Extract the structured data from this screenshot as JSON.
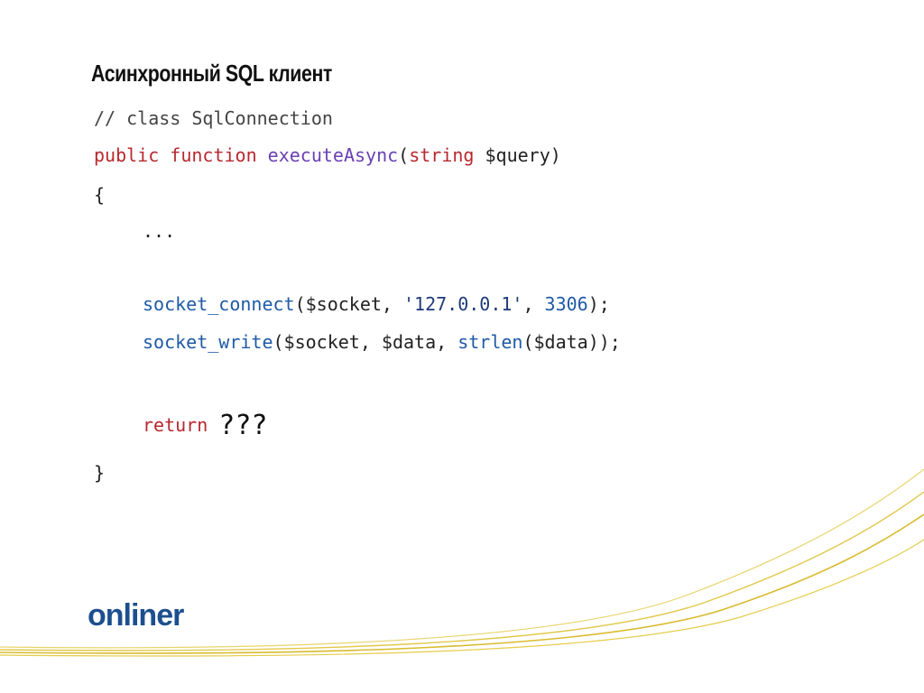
{
  "title": "Асинхронный SQL клиент",
  "code": {
    "comment": "// class SqlConnection",
    "line1": {
      "kw1": "public",
      "kw2": "function",
      "fn": "executeAsync",
      "open": "(",
      "type": "string",
      "arg": " $query)"
    },
    "brace_open": "{",
    "ellipsis": "...",
    "line_connect": {
      "fn": "socket_connect",
      "arg1": "($socket, ",
      "str": "'127.0.0.1'",
      "sep": ", ",
      "num": "3306",
      "end": ");"
    },
    "line_write": {
      "fn": "socket_write",
      "args": "($socket, $data, ",
      "fn2": "strlen",
      "end": "($data));"
    },
    "line_return": {
      "kw": "return",
      "qq": "???"
    },
    "brace_close": "}"
  },
  "logo": {
    "text": "onliner"
  },
  "colors": {
    "keyword": "#b8282e",
    "function": "#6a3fb5",
    "builtin": "#1f5aa6",
    "logo": "#1d4f8f",
    "deco_swoosh": "#e6cc4a"
  }
}
